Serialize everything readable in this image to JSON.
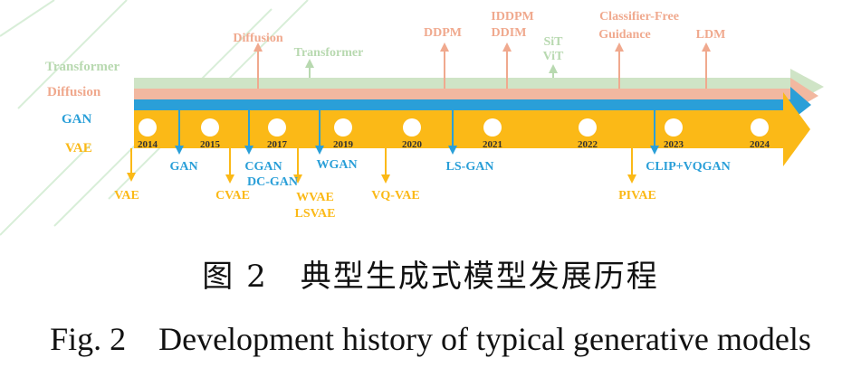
{
  "figure": {
    "rows": [
      "Transformer",
      "Diffusion",
      "GAN",
      "VAE"
    ],
    "years": [
      "2014",
      "2015",
      "2017",
      "2019",
      "2020",
      "2021",
      "2022",
      "2023",
      "2024"
    ],
    "models_above": [
      "Diffusion",
      "Transformer",
      "DDPM",
      "IDDPM",
      "DDIM",
      "SiT",
      "ViT",
      "Classifier-Free",
      "Guidance",
      "LDM"
    ],
    "models_below": [
      "VAE",
      "GAN",
      "CVAE",
      "CGAN",
      "DC-GAN",
      "WVAE",
      "LSVAE",
      "WGAN",
      "VQ-VAE",
      "LS-GAN",
      "PIVAE",
      "CLIP+VQGAN"
    ]
  },
  "caption": {
    "cn": "图 2　典型生成式模型发展历程",
    "en": "Fig. 2　Development history of typical generative models"
  },
  "colors": {
    "transformer": "#cfe4c6",
    "diffusion": "#f2b8a0",
    "gan": "#2a9fd8",
    "vae": "#fbb917",
    "circle": "#ffffff"
  }
}
